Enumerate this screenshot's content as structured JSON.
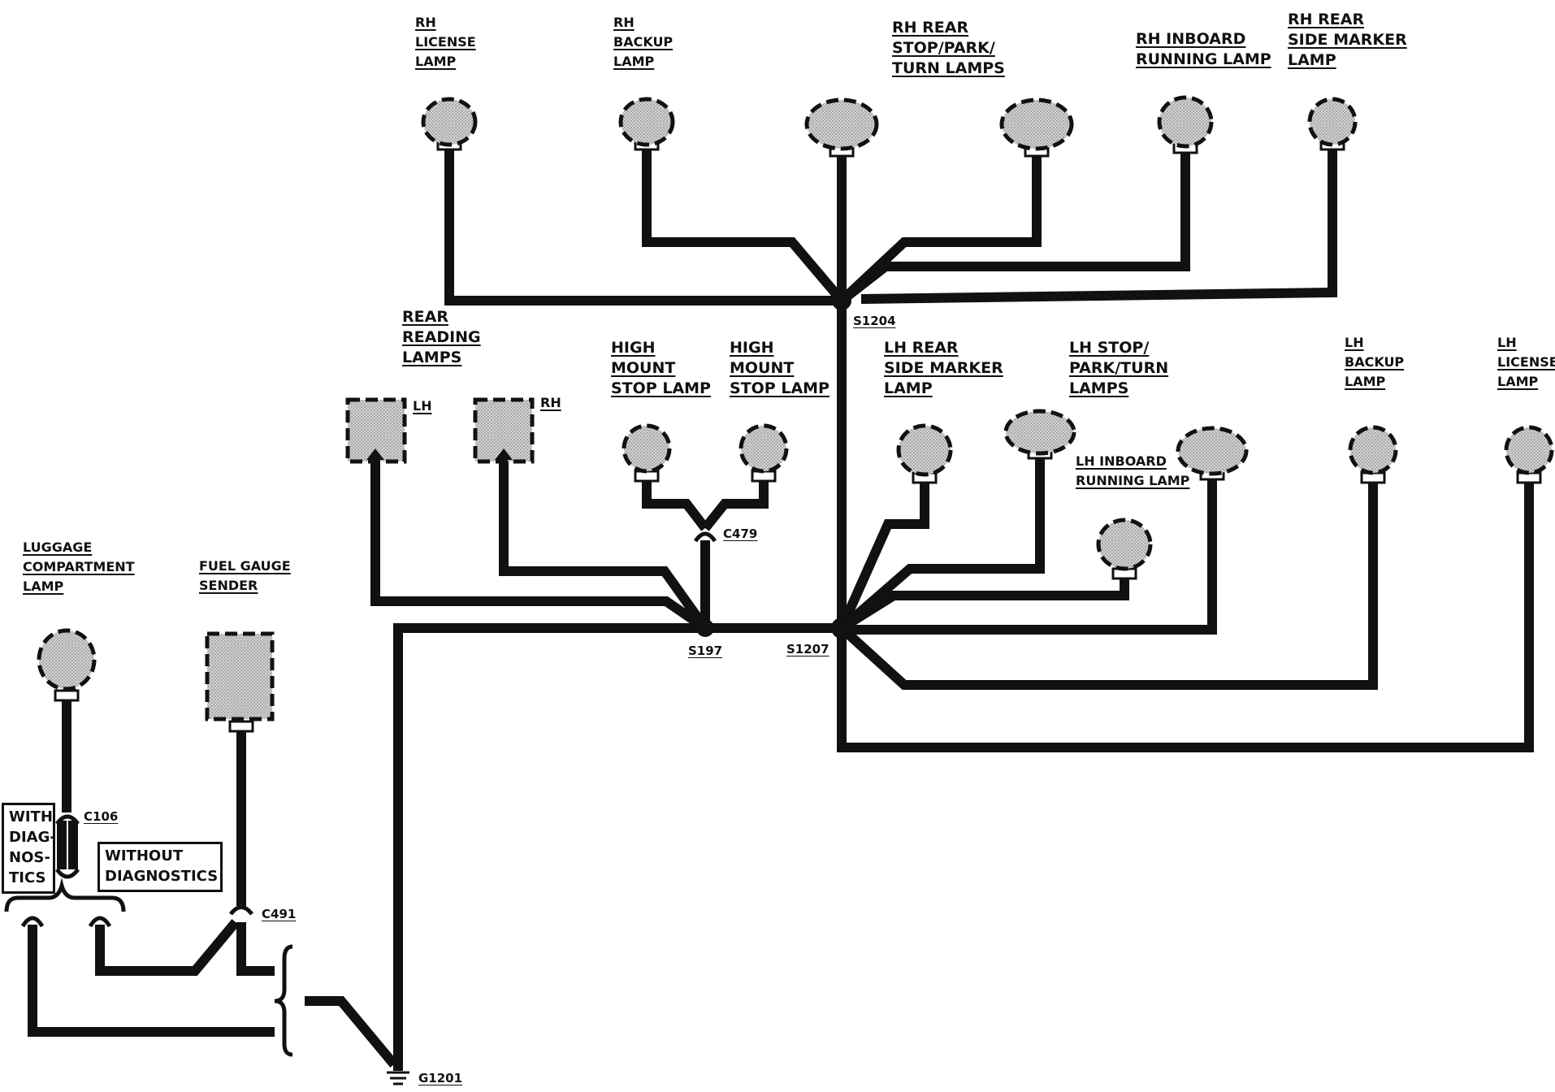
{
  "labels": {
    "rh_license_lamp": [
      "RH",
      "LICENSE",
      "LAMP"
    ],
    "rh_backup_lamp": [
      "RH",
      "BACKUP",
      "LAMP"
    ],
    "rh_rear_stop_park_turn": [
      "RH REAR",
      "STOP/PARK/",
      "TURN LAMPS"
    ],
    "rh_inboard_running": [
      "RH INBOARD",
      "RUNNING LAMP"
    ],
    "rh_rear_side_marker": [
      "RH REAR",
      "SIDE MARKER",
      "LAMP"
    ],
    "rear_reading_lamps": [
      "REAR",
      "READING",
      "LAMPS"
    ],
    "reading_lh": "LH",
    "reading_rh": "RH",
    "high_mount_1": [
      "HIGH",
      "MOUNT",
      "STOP LAMP"
    ],
    "high_mount_2": [
      "HIGH",
      "MOUNT",
      "STOP LAMP"
    ],
    "lh_rear_side_marker": [
      "LH REAR",
      "SIDE MARKER",
      "LAMP"
    ],
    "lh_stop_park_turn": [
      "LH STOP/",
      "PARK/TURN",
      "LAMPS"
    ],
    "lh_inboard_running": [
      "LH INBOARD",
      "RUNNING LAMP"
    ],
    "lh_backup_lamp": [
      "LH",
      "BACKUP",
      "LAMP"
    ],
    "lh_license_lamp": [
      "LH",
      "LICENSE",
      "LAMP"
    ],
    "luggage_lamp": [
      "LUGGAGE",
      "COMPARTMENT",
      "LAMP"
    ],
    "fuel_gauge_sender": [
      "FUEL GAUGE",
      "SENDER"
    ],
    "with_diagnostics": [
      "WITH",
      "DIAG-",
      "NOS-",
      "TICS"
    ],
    "without_diagnostics": [
      "WITHOUT",
      "DIAGNOSTICS"
    ]
  },
  "connectors": {
    "s1204": "S1204",
    "s197": "S197",
    "s1207": "S1207",
    "c479": "C479",
    "c106": "C106",
    "c491": "C491",
    "g1201": "G1201"
  },
  "colors": {
    "wire": "#111111",
    "lamp_fill": "#c4c4c4",
    "lamp_outline": "#111111"
  }
}
